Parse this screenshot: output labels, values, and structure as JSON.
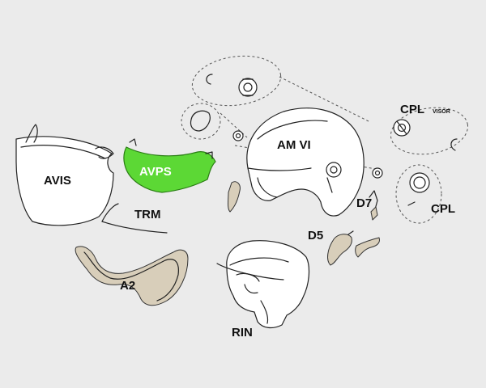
{
  "labels": {
    "avis": "AVIS",
    "avps": "AVPS",
    "trm": "TRM",
    "a2": "A2",
    "amvi": "AM VI",
    "d7": "D7",
    "d5": "D5",
    "cpl_top": "CPL",
    "cpl_visor": "VISOR",
    "cpl_side": "CPL",
    "rin": "RIN"
  },
  "colors": {
    "background": "#ebebeb",
    "highlight": "#5cd835",
    "pad": "#d8ceba"
  }
}
